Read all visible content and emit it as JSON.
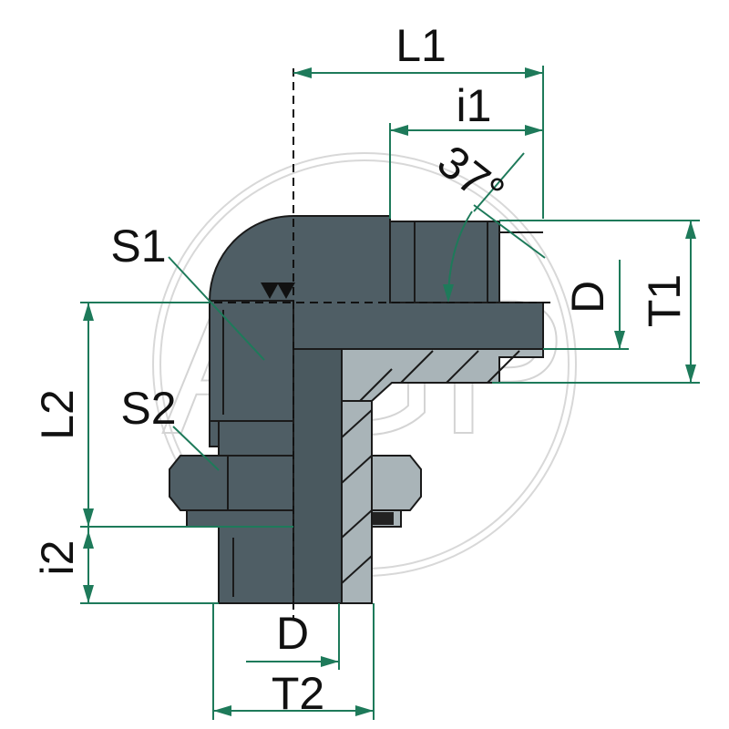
{
  "labels": {
    "L1": "L1",
    "i1": "i1",
    "angle": "37°",
    "S1": "S1",
    "D_right": "D",
    "T1": "T1",
    "L2": "L2",
    "S2": "S2",
    "i2": "i2",
    "D_bottom": "D",
    "T2": "T2"
  },
  "watermark": {
    "text": "AGP"
  },
  "colors": {
    "dimension_line": "#1e7a5a",
    "fitting_body": "#4f5e65",
    "section_fill": "#a9b4b8",
    "watermark": "#d4d4d4"
  }
}
